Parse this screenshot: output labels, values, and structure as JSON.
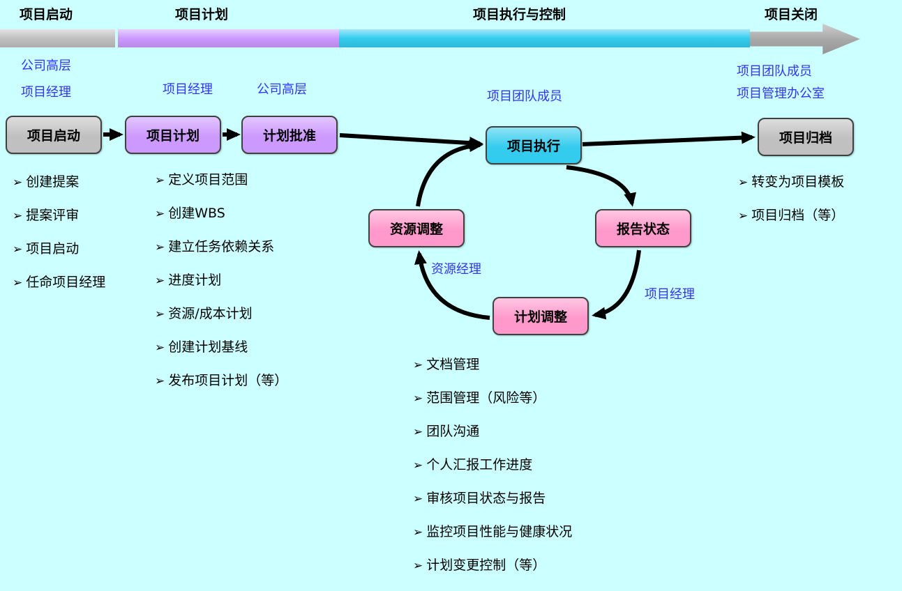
{
  "colors": {
    "bg": "#CCFFFF",
    "gray": "#C0C0C0",
    "grayArrow": "#A6A6A6",
    "purple": "#CC99FF",
    "cyan": "#33CCEE",
    "pink": "#FF99CC",
    "blue": "#3333FF"
  },
  "timeline": {
    "phase1": "项目启动",
    "phase2": "项目计划",
    "phase3": "项目执行与控制",
    "phase4": "项目关闭"
  },
  "roles": {
    "exec_left": "公司高层",
    "pm_left": "项目经理",
    "pm_plan": "项目经理",
    "exec_approve": "公司高层",
    "team_execute": "项目团队成员",
    "team_close": "项目团队成员",
    "pmo_close": "项目管理办公室",
    "resource_mgr": "资源经理",
    "pm_cycle": "项目经理"
  },
  "boxes": {
    "initiate": "项目启动",
    "plan": "项目计划",
    "approve": "计划批准",
    "execute": "项目执行",
    "archive": "项目归档",
    "resource_adjust": "资源调整",
    "report_status": "报告状态",
    "plan_adjust": "计划调整"
  },
  "bullet": "➢",
  "lists": {
    "initiation": [
      "创建提案",
      "提案评审",
      "项目启动",
      "任命项目经理"
    ],
    "planning": [
      "定义项目范围",
      "创建WBS",
      "建立任务依赖关系",
      "进度计划",
      "资源/成本计划",
      "创建计划基线",
      "发布项目计划（等）"
    ],
    "execution": [
      "文档管理",
      "范围管理（风险等）",
      "团队沟通",
      "个人汇报工作进度",
      "审核项目状态与报告",
      "监控项目性能与健康状况",
      "计划变更控制（等）"
    ],
    "closure": [
      "转变为项目模板",
      "项目归档（等）"
    ]
  }
}
